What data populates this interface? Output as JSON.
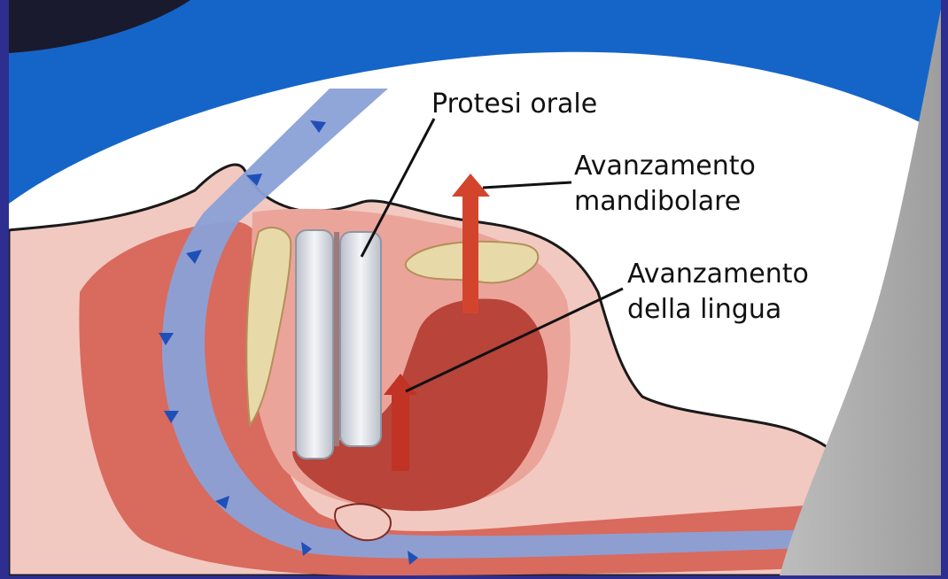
{
  "labels": {
    "protesi_orale": "Protesi orale",
    "avanzamento_mandibolare": [
      "Avanzamento",
      "mandibolare"
    ],
    "avanzamento_lingua": [
      "Avanzamento",
      "della lingua"
    ]
  },
  "colors": {
    "border": "#2d2e8f",
    "background_blue": "#1565c8",
    "pillow": "#ffffff",
    "skin": "#f2c9c0",
    "tissue": "#d96a5e",
    "tongue": "#b8443a",
    "airway": "#8ba1d6",
    "airflow_arrows": "#1f4fb8",
    "bone": "#e8d9a8",
    "device": "#d7dbe2",
    "advancement_arrows": "#d2452c",
    "leader_lines": "#111111"
  },
  "icons": {
    "airflow": "blue-arrow-icon",
    "advancement": "red-up-arrow-icon"
  }
}
